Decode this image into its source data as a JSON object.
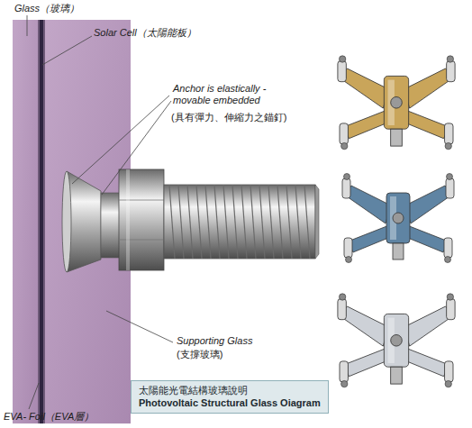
{
  "diagram": {
    "nodes": [
      {
        "text": [
          "太陽能光電結構玻璃說明",
          "Photovoltaic Structural Glass Oiagram"
        ]
      }
    ],
    "labels": [
      "Glass（玻璃）",
      "Solar Cell（太陽能板）",
      "Anchor is elastically - movable embedded",
      "(具有彈力、伸縮力之錨釘)",
      "Supporting Glass",
      "(支撐玻璃)",
      "EVA- Foil（EVA層）"
    ]
  }
}
